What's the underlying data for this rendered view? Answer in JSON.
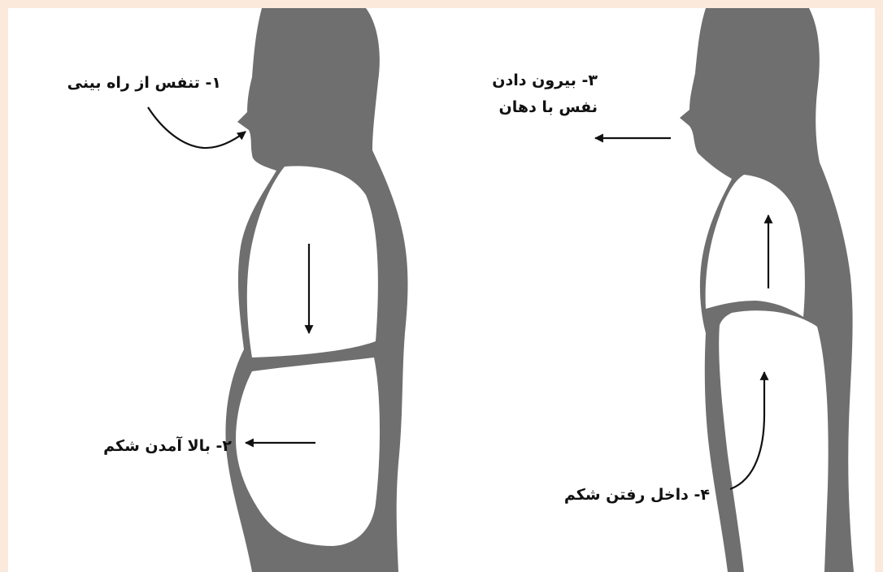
{
  "labels": {
    "step1": "۱- تنفس از راه بینی",
    "step2": "۲- بالا آمدن شکم",
    "step3_line1": "۳- بیرون دادن",
    "step3_line2": "نفس با دهان",
    "step4": "۴- داخل رفتن شکم"
  },
  "colors": {
    "page_border": "#fbe9dc",
    "background": "#ffffff",
    "silhouette": "#6f6f6f",
    "text": "#111111"
  }
}
